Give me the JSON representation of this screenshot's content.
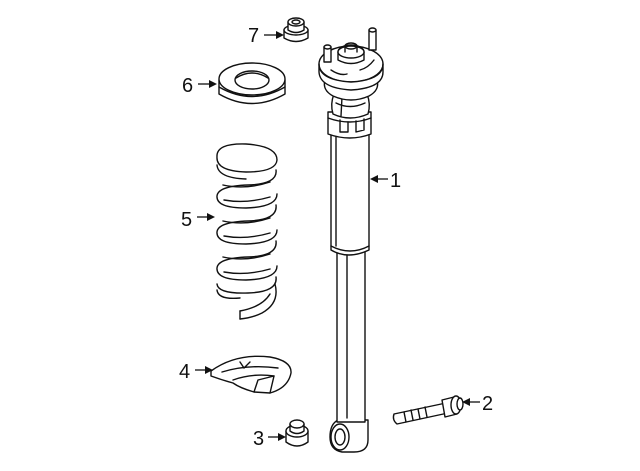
{
  "callouts": [
    {
      "number": "1",
      "part": "shock-absorber"
    },
    {
      "number": "2",
      "part": "bolt"
    },
    {
      "number": "3",
      "part": "nut"
    },
    {
      "number": "4",
      "part": "lower-spring-seat"
    },
    {
      "number": "5",
      "part": "coil-spring"
    },
    {
      "number": "6",
      "part": "upper-spring-insulator"
    },
    {
      "number": "7",
      "part": "mount-nut"
    }
  ]
}
